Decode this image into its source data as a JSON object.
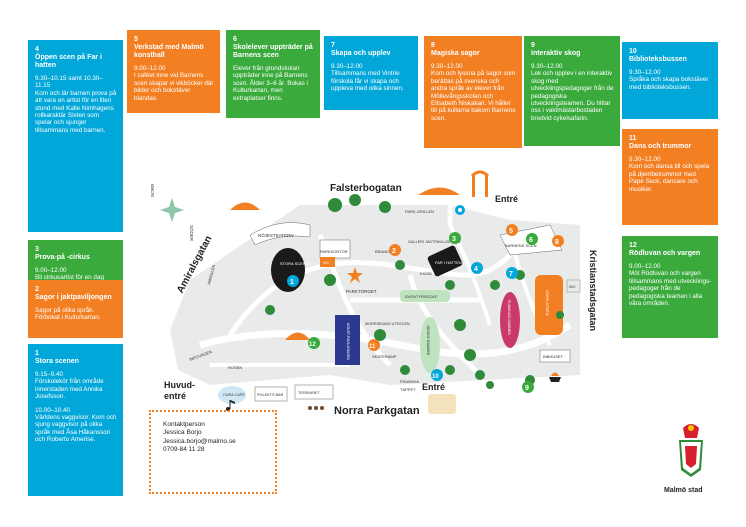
{
  "boxes": {
    "b4": {
      "num": "4",
      "title": "Öppen scen på Far i hatten",
      "time": "9.30–10.15 samt 10.30–11.15",
      "body": "Kom och lär barnen prova på att vara en artist för en liten stund med Kalle Nimhagens rollkaraktär Sixten som spelar och sjunger tillsammans med barnen."
    },
    "b5": {
      "num": "5",
      "title": "Verkstad med Malmö konsthall",
      "time": "9.00–12.00",
      "body": "I caféet inne vid Barnens scen skapar vi vikböcker där bilder och bokstäver blandas."
    },
    "b6": {
      "num": "6",
      "title": "Skolelever uppträder på Barnens scen",
      "time": "",
      "body": "Elever från grundskolan uppträder inne på Barnens scen. Ålder 3–6 år. Bokas i Kulturkartan, men extraplatser finns."
    },
    "b7": {
      "num": "7",
      "title": "Skapa och upplev",
      "time": "9.30–12.00",
      "body": "Tillsammans med Vintrie förskola får vi skapa och uppleva med olika sinnen."
    },
    "b8": {
      "num": "8",
      "title": "Magiska sagor",
      "time": "9.30–12.00",
      "body": "Kom och lyssna på sagor som berättas på svenska och andra språk av elever från Möllevångsskolan och Elisabeth Niskakari. Vi håller till på kullarna bakom Barnens scen."
    },
    "b9": {
      "num": "9",
      "title": "Interaktiv skog",
      "time": "9.30–12.00",
      "body": "Lek och upplev i en interaktiv skog med utvecklingspedagoger från de pedagogiska utvecklingsteamen. Du hittar oss i vaktmästarbostaden bredvid cykelsafarin."
    },
    "b10": {
      "num": "10",
      "title": "Biblioteksbussen",
      "time": "9.30–12.00",
      "body": "Språka och skapa bokstäver med biblioteksbussen."
    },
    "b11": {
      "num": "11",
      "title": "Dans och trummor",
      "time": "9.30–12.00",
      "body": "Kom och dansa till och spela på djembetrummor med Pape Seck, dansare och musiker."
    },
    "b12": {
      "num": "12",
      "title": "Rödluvan och vargen",
      "time": "9.00–12.00",
      "body": "Möt Rödluvan och vargen tillsammans med utvecklings-pedagoger från de pedagogiska teamen i alla våra områden."
    },
    "b3": {
      "num": "3",
      "title": "Prova-på -cirkus",
      "time": "9.00–12.00",
      "body": "Bli cirkusartist för en dag med Amanda van Rheinberg från Pangea Scenkonst."
    },
    "b2": {
      "num": "2",
      "title": "Sagor i jaktpaviljongen",
      "time": "",
      "body": "Sagor på olika språk. Förbokat i Kulturkartan."
    },
    "b1": {
      "num": "1",
      "title": "Stora scenen",
      "time": "9.15–9.40",
      "body": "Förskolekör från område innerstaden med Annika Josefsson.",
      "time2": "10.00–10.40",
      "body2": "Världens vaggvisor. Kom och sjung vaggvisor på olika språk med Åsa Håkansson och Roberto Amerise."
    }
  },
  "streets": {
    "falsterbogatan": "Falsterbogatan",
    "amiralsgatan": "Amiralsgatan",
    "kristianstadsgatan": "Kristianstadsgatan",
    "norra_parkgatan": "Norra Parkgatan",
    "huvudentre": "Huvud-\nentré",
    "entre_top": "Entré",
    "entre_bottom": "Entré"
  },
  "map_labels": {
    "norr": "NORR",
    "soder": "SÖDER",
    "nojesteatern": "NÖJESTEATERN",
    "stora_scenen": "STORA SCENEN",
    "parkkontor": "PARKKONTOR",
    "wc": "WC",
    "branda": "BRANDA",
    "parkgrillen": "PARK-GRILLEN",
    "galleri": "GALLERI JAKTPAVILJONGEN",
    "far_i_hatten": "FAR I HATTEN",
    "kiosk": "KIOSK",
    "barnens_scen": "BARNENS SCEN",
    "parktorget": "PARKTORGET",
    "aventyrsgolf": "ÄVENTYRSGOLF",
    "konstpaviljongen": "KONST-PAVILJONGEN",
    "morriskans": "MORRISKANS UTESCEN",
    "skateramp": "SKATERAMP",
    "infovagen": "INFOVÄGEN",
    "rosen": "ROSEN",
    "cura_cafe": "CURA CAFÉ",
    "polkets_bar": "POLKETS BAR",
    "terrariet": "TERRARIET",
    "franska": "FRANSKA",
    "tappet": "TÄPPET",
    "flamingo": "FLAMINGO-DAMMEN",
    "jungle": "JUNGLE DAMMEN",
    "lekplatsen": "LEKPLATSEN",
    "bibhuset": "BIBHUSET",
    "amiral_mall": "AMIRALEN"
  },
  "contact": {
    "line1": "Kontaktperson",
    "line2": "Jessica Borjo",
    "line3": "Jessica.borjo@malmo.se",
    "line4": "0709-84 11 28"
  },
  "logo_text": "Malmö stad",
  "colors": {
    "cyan": "#00a7d8",
    "green": "#3aaa3d",
    "orange": "#f37f23",
    "path": "#ffffff",
    "ground": "#e9eaea"
  }
}
